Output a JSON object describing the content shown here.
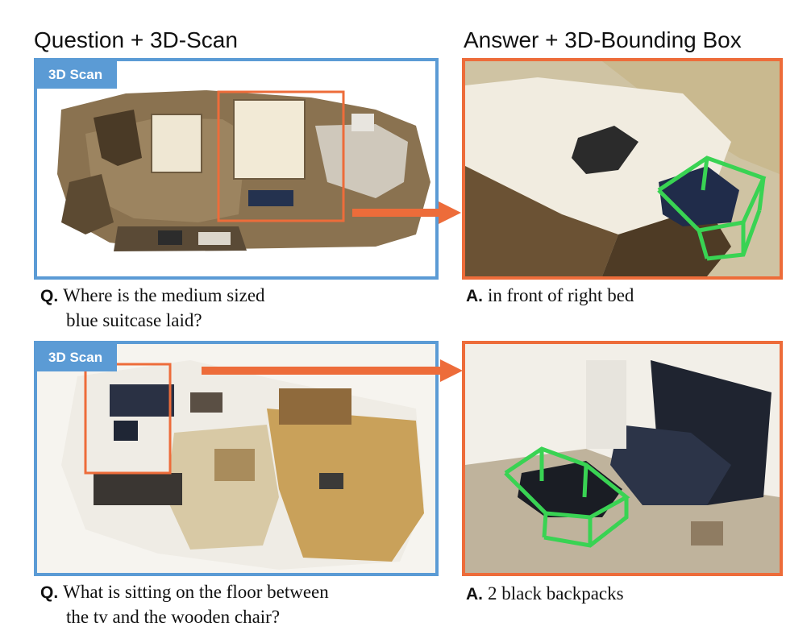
{
  "headings": {
    "left": "Question + 3D-Scan",
    "right": "Answer + 3D-Bounding Box"
  },
  "scan_tag_label": "3D Scan",
  "examples": [
    {
      "question_marker": "Q.",
      "question_line1": "Where is the medium sized",
      "question_line2": "blue suitcase laid?",
      "answer_marker": "A.",
      "answer": "in front of right bed"
    },
    {
      "question_marker": "Q.",
      "question_line1": "What is sitting on the floor between",
      "question_line2": "the tv and the wooden chair?",
      "answer_marker": "A.",
      "answer": "2 black backpacks"
    }
  ],
  "colors": {
    "scan_border": "#5b9bd5",
    "answer_border": "#ed6c3a",
    "region_box": "#ed6c3a",
    "bounding_box": "#39d353"
  }
}
